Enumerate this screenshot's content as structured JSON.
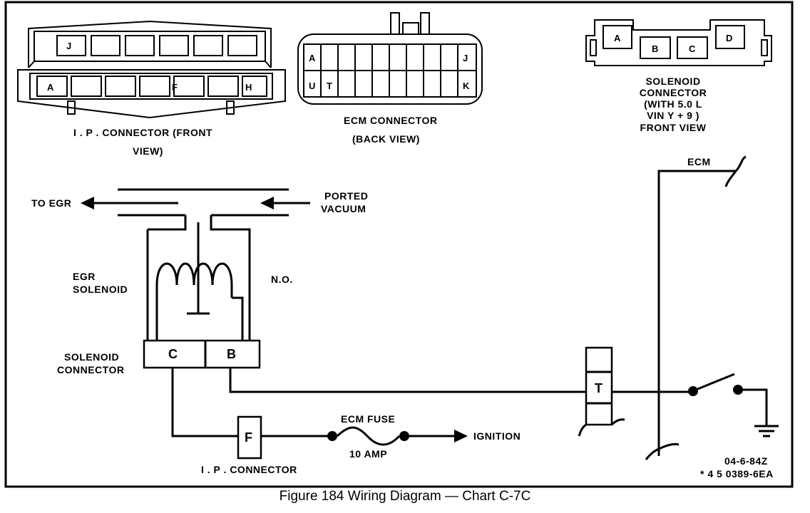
{
  "ip_connector_top": {
    "title_line1": "I . P . CONNECTOR  (FRONT",
    "title_line2": "VIEW)",
    "top_row_pins": [
      "J",
      "",
      "",
      "",
      "",
      ""
    ],
    "bottom_row_pins": [
      "A",
      "",
      "",
      "",
      "F",
      "",
      "H"
    ]
  },
  "ecm_connector": {
    "title_line1": "ECM CONNECTOR",
    "title_line2": "(BACK VIEW)",
    "top_row_pins": [
      "A",
      "",
      "",
      "",
      "",
      "",
      "",
      "",
      "",
      "J"
    ],
    "bottom_row_pins": [
      "U",
      "T",
      "",
      "",
      "",
      "",
      "",
      "",
      "",
      "K"
    ]
  },
  "solenoid_connector_top": {
    "lines": [
      "SOLENOID",
      "CONNECTOR",
      "(WITH 5.0 L",
      "VIN  Y + 9 )",
      "FRONT VIEW"
    ],
    "pins": [
      "A",
      "B",
      "C",
      "D"
    ]
  },
  "vacuum": {
    "to_egr": "TO EGR",
    "ported_line1": "PORTED",
    "ported_line2": "VACUUM"
  },
  "solenoid": {
    "egr_line1": "EGR",
    "egr_line2": "SOLENOID",
    "no_label": "N.O."
  },
  "solenoid_connector": {
    "line1": "SOLENOID",
    "line2": "CONNECTOR",
    "pin_c": "C",
    "pin_b": "B"
  },
  "ip_connector": {
    "pin": "F",
    "label": "I . P .  CONNECTOR"
  },
  "fuse": {
    "name": "ECM FUSE",
    "rating": "10 AMP"
  },
  "ignition": "IGNITION",
  "ecm_label": "ECM",
  "ecm_pin": "T",
  "ref_date": "04-6-84Z",
  "ref_number": "* 4 5 0389-6EA",
  "caption": "Figure 184 Wiring Diagram — Chart C-7C"
}
